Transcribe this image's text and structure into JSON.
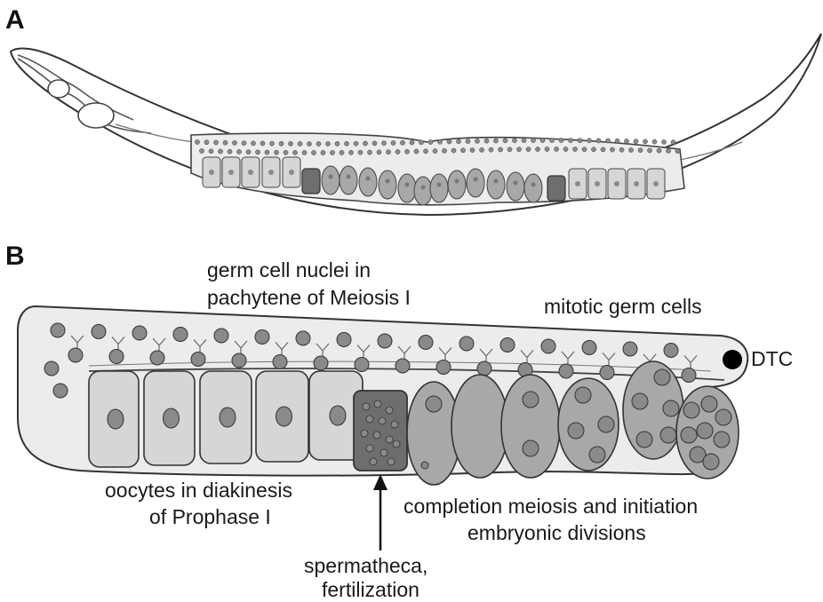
{
  "panels": {
    "a": {
      "letter": "A"
    },
    "b": {
      "letter": "B"
    }
  },
  "labels": {
    "pachytene_line1": "germ cell nuclei in",
    "pachytene_line2": "pachytene of Meiosis I",
    "mitotic": "mitotic germ cells",
    "dtc": "DTC",
    "oocytes_line1": "oocytes in diakinesis",
    "oocytes_line2": "of Prophase I",
    "completion_line1": "completion meiosis and initiation",
    "completion_line2": "embryonic divisions",
    "spermatheca_line1": "spermatheca,",
    "spermatheca_line2": "fertilization"
  },
  "colors": {
    "outline": "#333333",
    "gonad_fill": "#ececec",
    "nucleus": "#8a8a8a",
    "oocyte": "#d6d6d6",
    "spermatheca": "#6e6e6e",
    "embryo": "#a8a8a8",
    "dtc": "#000000"
  }
}
